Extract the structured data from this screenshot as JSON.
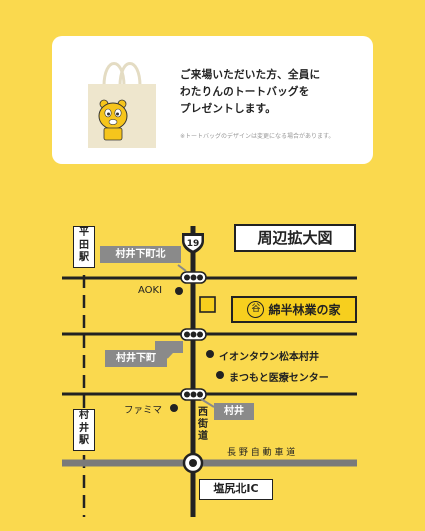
{
  "promo": {
    "lines": [
      "ご来場いただいた方、全員に",
      "わたりんのトートバッグを",
      "プレゼントします。"
    ],
    "note": "※トートバッグのデザインは変更になる場合があります。"
  },
  "map": {
    "title": "周辺拡大図",
    "route_number": "19",
    "stations": {
      "hirata": [
        "平",
        "田",
        "駅"
      ],
      "murai": [
        "村",
        "井",
        "駅"
      ]
    },
    "intersections": {
      "muraishimocho_kita": "村井下町北",
      "muraishimocho": "村井下町",
      "murai": "村井"
    },
    "landmarks": {
      "aoki": "AOKI",
      "aeon": "イオンタウン松本村井",
      "matsumoto_med": "まつもと医療センター",
      "familymart": "ファミマ"
    },
    "road_labels": {
      "nishi_kaido": [
        "西",
        "街",
        "道"
      ],
      "expressway": "長 野 自 動 車 道"
    },
    "venue": {
      "emblem": "谷",
      "name": "綿半林業の家"
    },
    "interchange": "塩尻北IC"
  },
  "colors": {
    "background": "#fad94e",
    "road": "#222222",
    "expressway": "#7a7a7a",
    "callout": "#8a8a8a",
    "venue": "#f7cf1e"
  }
}
